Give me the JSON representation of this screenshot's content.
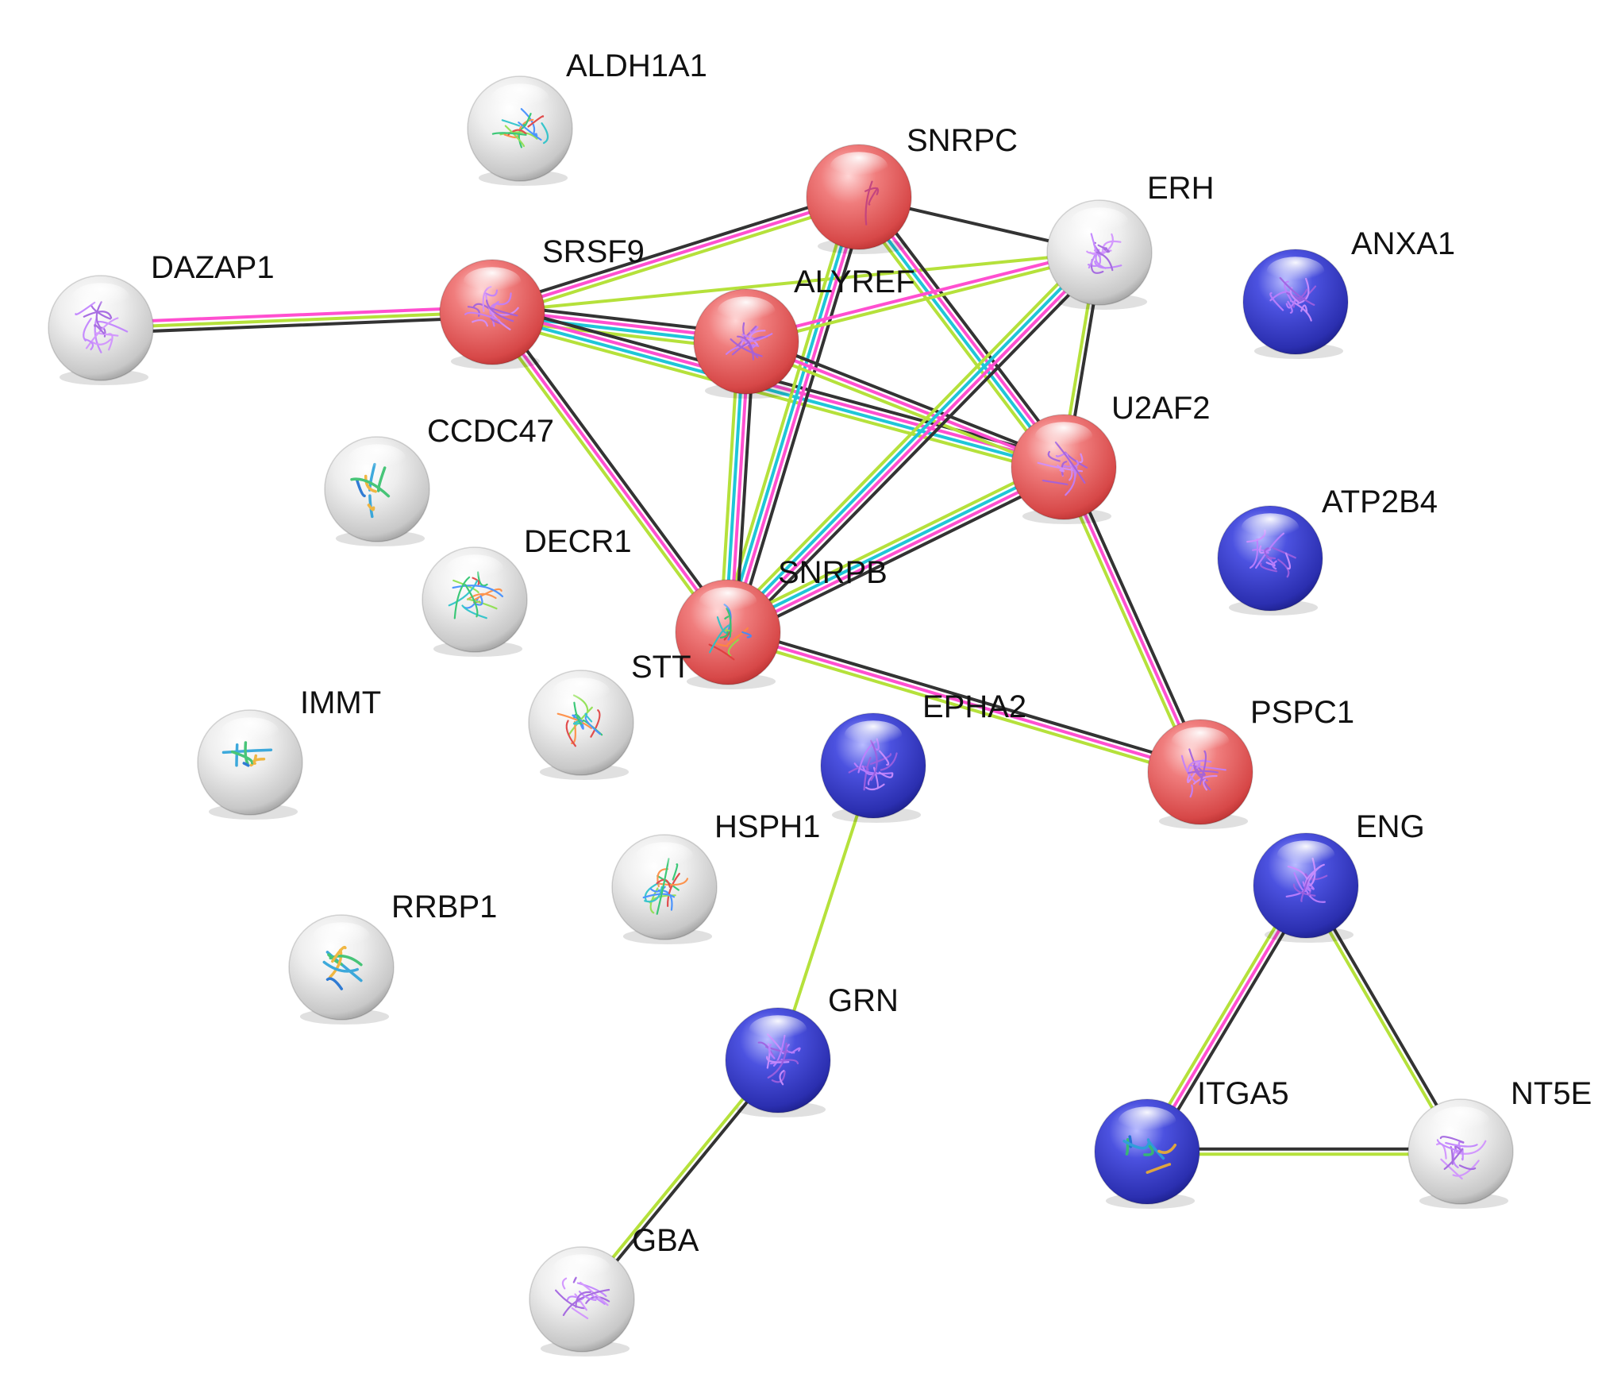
{
  "colors": {
    "red_node": "#e86a6a",
    "blue_node": "#3a3fc8",
    "gray_node": "#dcdcdc",
    "edge_black": "#333333",
    "edge_pink": "#ff4fd0",
    "edge_cyan": "#1fc6d8",
    "edge_green": "#b5e13b",
    "structure_purple": "#c080ff"
  },
  "nodes": [
    {
      "id": "ALDH1A1",
      "label": "ALDH1A1",
      "color": "gray",
      "icon": "multicolor-structure"
    },
    {
      "id": "SNRPC",
      "label": "SNRPC",
      "color": "red",
      "icon": "sparse-structure"
    },
    {
      "id": "ERH",
      "label": "ERH",
      "color": "gray",
      "icon": "purple-structure"
    },
    {
      "id": "ANXA1",
      "label": "ANXA1",
      "color": "blue",
      "icon": "purple-structure"
    },
    {
      "id": "DAZAP1",
      "label": "DAZAP1",
      "color": "gray",
      "icon": "purple-structure"
    },
    {
      "id": "SRSF9",
      "label": "SRSF9",
      "color": "red",
      "icon": "purple-structure"
    },
    {
      "id": "ALYREF",
      "label": "ALYREF",
      "color": "red",
      "icon": "purple-structure"
    },
    {
      "id": "U2AF2",
      "label": "U2AF2",
      "color": "red",
      "icon": "purple-structure"
    },
    {
      "id": "CCDC47",
      "label": "CCDC47",
      "color": "gray",
      "icon": "helix-structure"
    },
    {
      "id": "ATP2B4",
      "label": "ATP2B4",
      "color": "blue",
      "icon": "purple-structure"
    },
    {
      "id": "DECR1",
      "label": "DECR1",
      "color": "gray",
      "icon": "multicolor-structure"
    },
    {
      "id": "SNRPB",
      "label": "SNRPB",
      "color": "red",
      "icon": "multicolor-structure"
    },
    {
      "id": "STT3A",
      "label": "STT",
      "color": "gray",
      "icon": "multicolor-structure"
    },
    {
      "id": "IMMT",
      "label": "IMMT",
      "color": "gray",
      "icon": "helix-structure"
    },
    {
      "id": "EPHA2",
      "label": "EPHA2",
      "color": "blue",
      "icon": "purple-structure"
    },
    {
      "id": "PSPC1",
      "label": "PSPC1",
      "color": "red",
      "icon": "purple-structure"
    },
    {
      "id": "HSPH1",
      "label": "HSPH1",
      "color": "gray",
      "icon": "multicolor-structure"
    },
    {
      "id": "ENG",
      "label": "ENG",
      "color": "blue",
      "icon": "purple-structure"
    },
    {
      "id": "RRBP1",
      "label": "RRBP1",
      "color": "gray",
      "icon": "helix-structure"
    },
    {
      "id": "GRN",
      "label": "GRN",
      "color": "blue",
      "icon": "purple-structure"
    },
    {
      "id": "ITGA5",
      "label": "ITGA5",
      "color": "blue",
      "icon": "helix-structure"
    },
    {
      "id": "NT5E",
      "label": "NT5E",
      "color": "gray",
      "icon": "purple-structure"
    },
    {
      "id": "GBA",
      "label": "GBA",
      "color": "gray",
      "icon": "purple-structure"
    }
  ],
  "edges": [
    {
      "source": "DAZAP1",
      "target": "SRSF9",
      "types": [
        "pink",
        "green",
        "black"
      ]
    },
    {
      "source": "SRSF9",
      "target": "SNRPC",
      "types": [
        "black",
        "pink",
        "green"
      ]
    },
    {
      "source": "SRSF9",
      "target": "ALYREF",
      "types": [
        "black",
        "pink",
        "cyan",
        "green"
      ]
    },
    {
      "source": "SRSF9",
      "target": "U2AF2",
      "types": [
        "black",
        "pink",
        "cyan",
        "green"
      ]
    },
    {
      "source": "SRSF9",
      "target": "SNRPB",
      "types": [
        "black",
        "pink",
        "green"
      ]
    },
    {
      "source": "SRSF9",
      "target": "ERH",
      "types": [
        "green"
      ]
    },
    {
      "source": "SNRPC",
      "target": "ERH",
      "types": [
        "black"
      ]
    },
    {
      "source": "SNRPC",
      "target": "U2AF2",
      "types": [
        "black",
        "pink",
        "cyan",
        "green"
      ]
    },
    {
      "source": "SNRPC",
      "target": "SNRPB",
      "types": [
        "black",
        "pink",
        "cyan",
        "green"
      ]
    },
    {
      "source": "ALYREF",
      "target": "ERH",
      "types": [
        "pink",
        "green"
      ]
    },
    {
      "source": "ALYREF",
      "target": "U2AF2",
      "types": [
        "black",
        "pink",
        "green"
      ]
    },
    {
      "source": "ALYREF",
      "target": "SNRPB",
      "types": [
        "black",
        "pink",
        "cyan",
        "green"
      ]
    },
    {
      "source": "ERH",
      "target": "U2AF2",
      "types": [
        "black",
        "green"
      ]
    },
    {
      "source": "ERH",
      "target": "SNRPB",
      "types": [
        "black",
        "pink",
        "cyan",
        "green"
      ]
    },
    {
      "source": "U2AF2",
      "target": "SNRPB",
      "types": [
        "black",
        "pink",
        "cyan",
        "green"
      ]
    },
    {
      "source": "U2AF2",
      "target": "PSPC1",
      "types": [
        "black",
        "pink",
        "green"
      ]
    },
    {
      "source": "SNRPB",
      "target": "PSPC1",
      "types": [
        "black",
        "pink",
        "green"
      ]
    },
    {
      "source": "EPHA2",
      "target": "GRN",
      "types": [
        "green"
      ]
    },
    {
      "source": "GRN",
      "target": "GBA",
      "types": [
        "black",
        "green"
      ]
    },
    {
      "source": "ENG",
      "target": "ITGA5",
      "types": [
        "black",
        "pink",
        "green"
      ]
    },
    {
      "source": "ENG",
      "target": "NT5E",
      "types": [
        "black",
        "green"
      ]
    },
    {
      "source": "ITGA5",
      "target": "NT5E",
      "types": [
        "black",
        "green"
      ]
    }
  ]
}
